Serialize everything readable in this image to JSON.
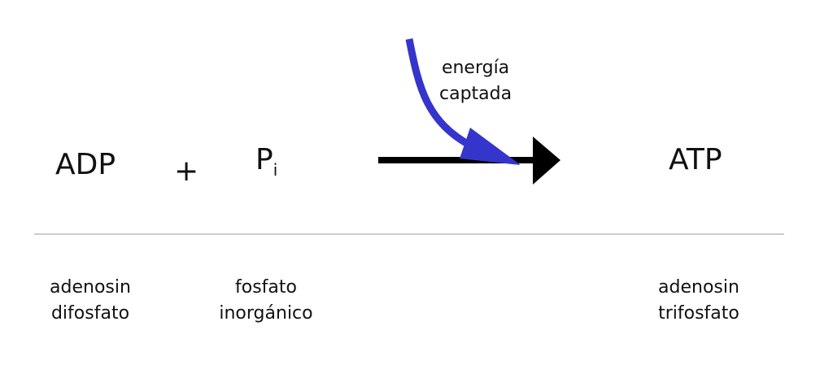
{
  "reaction": {
    "reactant1": "ADP",
    "plus": "+",
    "reactant2": "P",
    "reactant2_subscript": "i",
    "product": "ATP",
    "energy_label_line1": "energía",
    "energy_label_line2": "captada"
  },
  "descriptions": {
    "reactant1_line1": "adenosin",
    "reactant1_line2": "difosfato",
    "reactant2_line1": "fosfato",
    "reactant2_line2": "inorgánico",
    "product_line1": "adenosin",
    "product_line2": "trifosfato"
  },
  "colors": {
    "energy_arrow": "#3535cc",
    "reaction_arrow": "#000000",
    "divider": "#cccccc"
  }
}
